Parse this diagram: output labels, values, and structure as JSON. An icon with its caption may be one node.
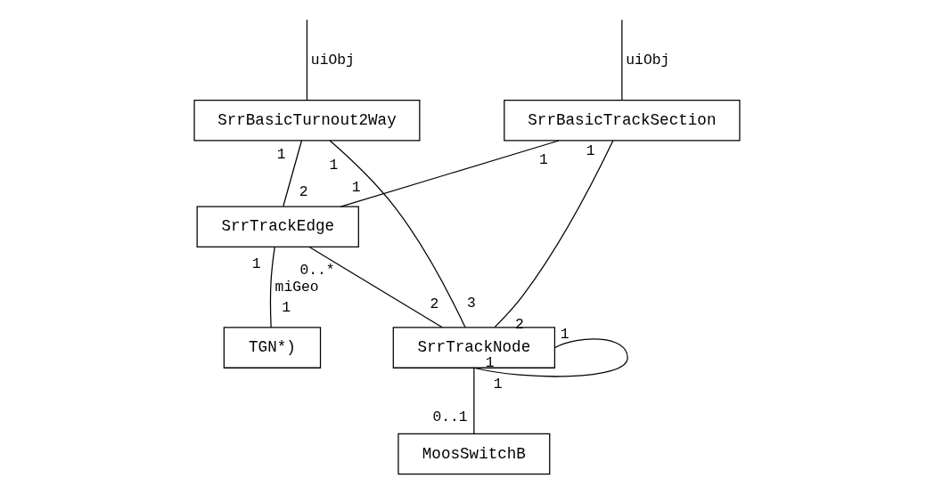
{
  "diagram": {
    "nodes": [
      {
        "text": [
          "SrrBasicTrackSection"
        ]
      },
      {
        "text": [
          "SrrBasicTurnout2Way"
        ]
      },
      {
        "text": [
          "SrrTrackEdge"
        ]
      },
      {
        "text": [
          "SrrTrackNode"
        ]
      },
      {
        "text": [
          "TGN*)"
        ]
      },
      {
        "text": [
          "MoosSwitchB"
        ]
      }
    ],
    "edges": [
      {
        "from": null,
        "to": 0,
        "arrow": "none",
        "label": "uiObj"
      },
      {
        "from": null,
        "to": 1,
        "arrow": "none",
        "label": "uiObj"
      },
      {
        "from": 0,
        "to": 2,
        "arrow": "none"
      },
      {
        "from": 0,
        "to": 3,
        "arrow": "none"
      },
      {
        "from": 1,
        "to": 2,
        "arrow": "none"
      },
      {
        "from": 1,
        "to": 3,
        "arrow": "none"
      },
      {
        "from": 2,
        "to": 3,
        "arrow": "none"
      },
      {
        "from": 3,
        "to": 3,
        "arrow": "none"
      },
      {
        "from": 2,
        "to": 4,
        "arrow": "none",
        "label": "miGeo"
      },
      {
        "from": 3,
        "to": 5,
        "arrow": "none"
      }
    ],
    "labels": [
      "1",
      "1",
      "1",
      "1",
      "1",
      "2",
      "2",
      "3",
      "0..*",
      "2",
      "1",
      "1",
      "1",
      "1",
      "1",
      "0..1"
    ]
  }
}
